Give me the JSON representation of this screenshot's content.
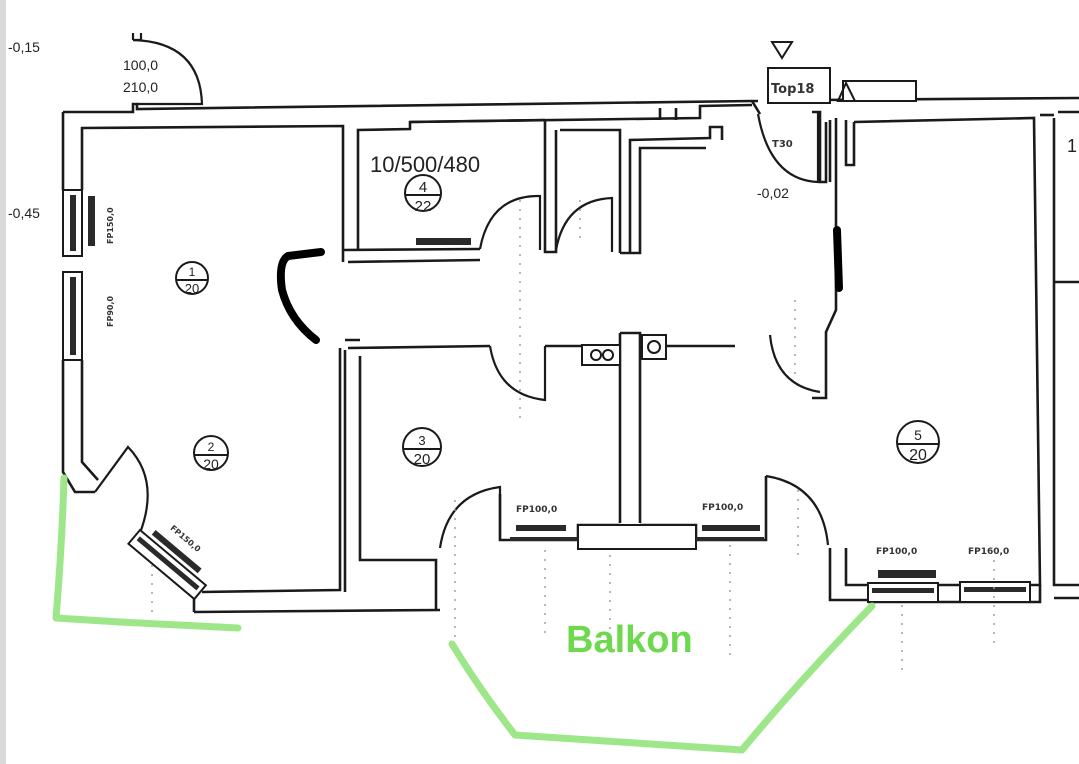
{
  "plan": {
    "levels": {
      "top_left": "-0,15",
      "left_mid": "-0,45",
      "entrance": "-0,02"
    },
    "entry_door": {
      "width": "100,0",
      "height": "210,0"
    },
    "unit_tag": "Top18",
    "fire_door": "T30",
    "bath_spec": "10/500/480",
    "right_edge_label": "1",
    "rooms": [
      {
        "number": "1",
        "area_code": "20"
      },
      {
        "number": "2",
        "area_code": "20"
      },
      {
        "number": "3",
        "area_code": "20"
      },
      {
        "number": "4",
        "area_code": "22"
      },
      {
        "number": "5",
        "area_code": "20"
      }
    ],
    "window_labels": [
      "FP150,0",
      "FP90,0",
      "FP150,0",
      "FP100,0",
      "FP100,0",
      "FP100,0",
      "FP160,0"
    ]
  },
  "annotations": {
    "balcony_label": "Balkon",
    "highlight_color": "#9ee68a",
    "label_color": "#6ed84e",
    "marker_color": "#000000"
  }
}
